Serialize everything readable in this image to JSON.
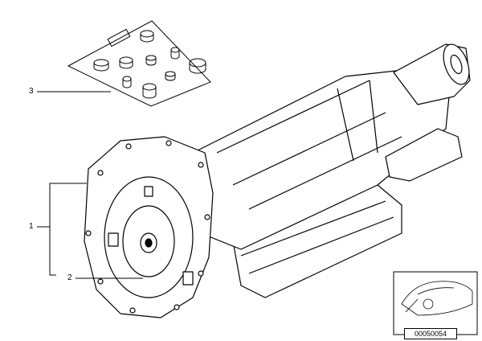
{
  "diagram": {
    "callouts": [
      {
        "id": "3",
        "label": "3"
      },
      {
        "id": "1",
        "label": "1"
      },
      {
        "id": "2",
        "label": "2"
      }
    ],
    "reference_code": "00050054",
    "inset_icon": "car-silhouette-icon",
    "line_color": "#000000",
    "background": "#ffffff"
  }
}
